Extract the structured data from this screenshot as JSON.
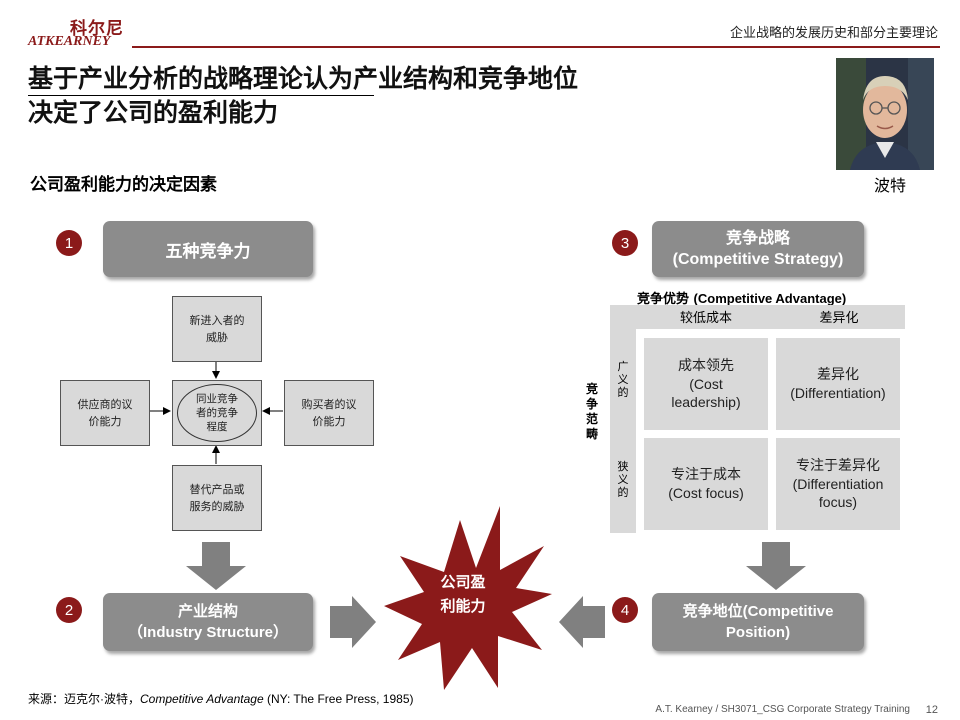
{
  "header": {
    "logo_cn": "科尔尼",
    "logo_en": "ATKEARNEY",
    "right_text": "企业战略的发展历史和部分主要理论"
  },
  "title": {
    "line1": "基于产业分析的战略理论认为产业结构和竞争地位",
    "line2": "决定了公司的盈利能力"
  },
  "subtitle": "公司盈利能力的决定因素",
  "portrait": {
    "caption": "波特"
  },
  "steps": {
    "s1": {
      "num": "1",
      "label": "五种竞争力"
    },
    "s2": {
      "num": "2",
      "label_line1": "产业结构",
      "label_line2": "（Industry Structure）"
    },
    "s3": {
      "num": "3",
      "label_line1": "竞争战略",
      "label_line2": "(Competitive Strategy)"
    },
    "s4": {
      "num": "4",
      "label_line1": "竞争地位(Competitive",
      "label_line2": "Position)"
    }
  },
  "five_forces": {
    "new_entrants": [
      "新进入者的",
      "威胁"
    ],
    "suppliers": [
      "供应商的议",
      "价能力"
    ],
    "rivalry": [
      "同业竞争",
      "者的竞争",
      "程度"
    ],
    "buyers": [
      "购买者的议",
      "价能力"
    ],
    "substitutes": [
      "替代产品或",
      "服务的威胁"
    ]
  },
  "profit_star": {
    "line1": "公司盈",
    "line2": "利能力"
  },
  "matrix": {
    "top_label_cn": "竞争优势",
    "top_label_en": "(Competitive Advantage)",
    "col_headers": [
      "较低成本",
      "差异化"
    ],
    "side_label": "竞争范畴",
    "row_headers": [
      "广义的",
      "狭义的"
    ],
    "cells": [
      [
        "成本领先",
        "(Cost",
        "leadership)"
      ],
      [
        "差异化",
        "(Differentiation)"
      ],
      [
        "专注于成本",
        "(Cost focus)"
      ],
      [
        "专注于差异化",
        "(Differentiation",
        "focus)"
      ]
    ]
  },
  "footer": {
    "source_prefix": "来源：迈克尔·波特，",
    "source_title": "Competitive Advantage",
    "source_suffix": " (NY: The Free Press, 1985)",
    "right_text": "A.T. Kearney / SH3071_CSG Corporate Strategy Training",
    "page": "12"
  },
  "colors": {
    "brand_red": "#8b1a1a",
    "box_gray": "#8c8c8c",
    "light_gray": "#d9d9d9"
  }
}
